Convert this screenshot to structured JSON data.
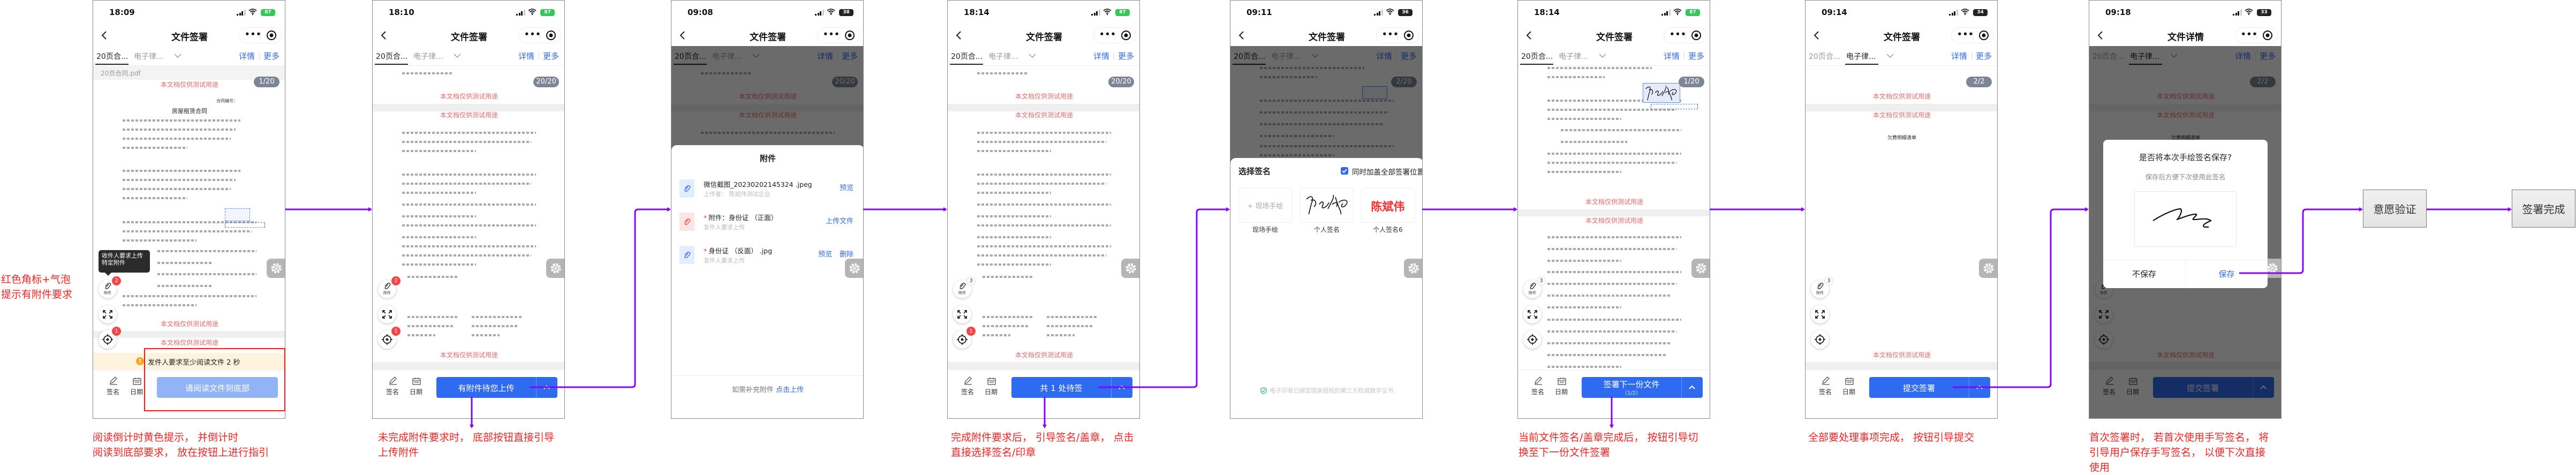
{
  "colors": {
    "accent_blue": "#2f6bf0",
    "disabled_blue": "#92b4f6",
    "annotation_red": "#ff2323",
    "arrow_purple": "#8a00ff",
    "badge_gray": "#7e8597",
    "notice_yellow": "#fdf3de",
    "watermark_red": "#e86a6a"
  },
  "common": {
    "details": "详情",
    "more": "更多",
    "watermark": "本文档仅供测试用途",
    "attach_label": "附件",
    "sign": "签名",
    "date": "日期"
  },
  "left_note": [
    "红色角标+气泡",
    "提示有附件要求"
  ],
  "captions": [
    {
      "lines": [
        "阅读倒计时黄色提示， 并倒计时",
        "阅读到底部要求， 放在按钮上进行指引"
      ]
    },
    {
      "lines": [
        "未完成附件要求时， 底部按钮直接引导",
        "上传附件"
      ]
    },
    {
      "lines": [
        "完成附件要求后， 引导签名/盖章， 点击",
        "直接选择签名/印章"
      ]
    },
    {
      "lines": [
        "当前文件签名/盖章完成后， 按钮引导切",
        "换至下一份文件签署"
      ]
    },
    {
      "lines": [
        "全部要处理事项完成， 按钮引导提交"
      ]
    },
    {
      "lines": [
        "首次签署时， 若首次使用手写签名， 将",
        "引导用户保存手写签名， 以便下次直接",
        "使用"
      ]
    }
  ],
  "flow_boxes": [
    "意愿验证",
    "签署完成"
  ],
  "phones": [
    {
      "time": "18:09",
      "battery": "87",
      "battery_charging": true,
      "title": "文件签署",
      "tabs": [
        "20页合...",
        "电子律..."
      ],
      "active_tab": 0,
      "page_badge": "1/20",
      "attach_badge": "2",
      "attach_badge_style": "red",
      "locate_badge": "1",
      "filename": "20页合同.pdf",
      "contract_no": "合同编号：",
      "doc_title": "房屋租赁合同",
      "tooltip": "收件人要求上传特定附件",
      "read_notice": "发件人要求至少阅读文件 2 秒",
      "button": {
        "label": "请阅读文件到底部",
        "state": "disabled"
      }
    },
    {
      "time": "18:10",
      "battery": "87",
      "battery_charging": true,
      "title": "文件签署",
      "tabs": [
        "20页合...",
        "电子律..."
      ],
      "active_tab": 0,
      "page_badge": "20/20",
      "attach_badge": "2",
      "attach_badge_style": "red",
      "locate_badge": "1",
      "button": {
        "label": "有附件待您上传",
        "state": "enabled"
      }
    },
    {
      "time": "09:08",
      "battery": "38",
      "battery_charging": false,
      "title": "文件签署",
      "tabs": [
        "20页合...",
        "电子律..."
      ],
      "active_tab": 0,
      "page_badge": "20/20",
      "overlay": true,
      "sheet": {
        "title": "附件",
        "items": [
          {
            "name": "微信截图_20230202145324 .jpeg",
            "sub": "上传者： 陈斌伟测试企业",
            "required": false,
            "icon": "blue",
            "actions": [
              "预览"
            ]
          },
          {
            "name": "附件：身份证 （正面）",
            "sub": "发件人要求上传",
            "required": true,
            "icon": "red",
            "actions": [
              "上传文件"
            ]
          },
          {
            "name": "身份证 （反面） .jpg",
            "sub": "发件人要求上传",
            "required": true,
            "icon": "blue",
            "actions": [
              "预览",
              "删除"
            ]
          }
        ],
        "footer_text": "如需补充附件",
        "footer_link": "点击上传"
      }
    },
    {
      "time": "18:14",
      "battery": "87",
      "battery_charging": true,
      "title": "文件签署",
      "tabs": [
        "20页合...",
        "电子律..."
      ],
      "active_tab": 0,
      "page_badge": "20/20",
      "attach_badge": "3",
      "attach_badge_style": "outline",
      "locate_badge": "1",
      "button": {
        "label": "共 1 处待签",
        "state": "enabled"
      }
    },
    {
      "time": "09:11",
      "battery": "36",
      "battery_charging": false,
      "title": "文件签署",
      "tabs": [
        "20页合...",
        "电子律..."
      ],
      "active_tab": 0,
      "page_badge": "2/20",
      "overlay": true,
      "sign_sheet": {
        "title": "选择签名",
        "apply_all_label": "同时加盖全部签署位置",
        "apply_all_checked": true,
        "cards": [
          {
            "text": "+ 现场手绘",
            "label": "现场手绘"
          },
          {
            "label": "个人签名"
          },
          {
            "text": "陈斌伟",
            "label": "个人签名6"
          }
        ],
        "footer": "电子印章已绑定国家授权的第三方权威数字证书"
      }
    },
    {
      "time": "18:14",
      "battery": "87",
      "battery_charging": true,
      "title": "文件签署",
      "tabs": [
        "20页合...",
        "电子律..."
      ],
      "active_tab": 0,
      "page_badge": "1/20",
      "attach_badge": "3",
      "attach_badge_style": "outline",
      "button": {
        "label": "签署下一份文件",
        "sublabel": "（1/2）",
        "state": "enabled"
      }
    },
    {
      "time": "09:14",
      "battery": "34",
      "battery_charging": false,
      "title": "文件签署",
      "tabs": [
        "20页合...",
        "电子律..."
      ],
      "active_tab": 1,
      "page_badge": "2/2",
      "attach_badge": "3",
      "attach_badge_style": "outline",
      "doc_title": "欠费明细清单",
      "button": {
        "label": "提交签署",
        "state": "enabled"
      }
    },
    {
      "time": "09:18",
      "battery": "33",
      "battery_charging": false,
      "title": "文件详情",
      "tabs": [
        "20页合...",
        "电子律..."
      ],
      "active_tab": 1,
      "page_badge": "2/2",
      "attach_badge": "",
      "doc_title": "欠费明细清单",
      "overlay": true,
      "button": {
        "label": "提交签署",
        "state": "enabled"
      },
      "dialog": {
        "title": "是否将本次手绘签名保存?",
        "subtitle": "保存后方便下次使用此签名",
        "cancel": "不保存",
        "confirm": "保存"
      }
    }
  ]
}
